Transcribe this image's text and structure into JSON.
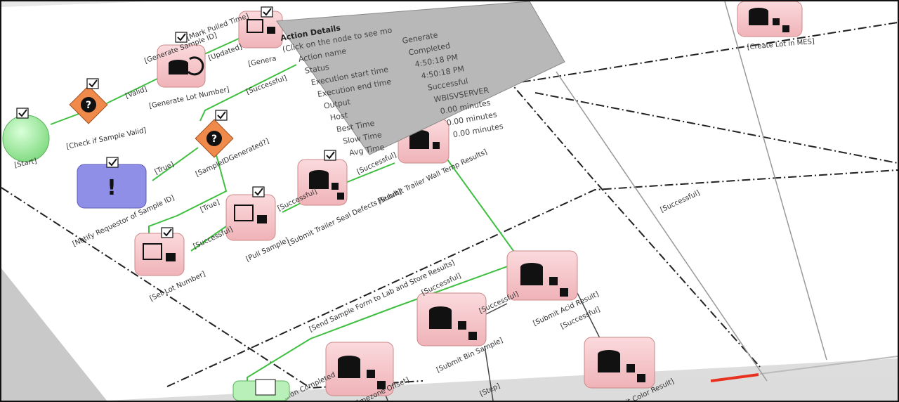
{
  "nodes": {
    "start": "[Start]",
    "check_sample": "[Check if Sample Valid]",
    "generate_lot": "[Generate Lot Number]",
    "generate_top": "[Genera",
    "notify": "[Notify Requestor of Sample ID]",
    "sample_generated": "[SampleIDGenerated?]",
    "set_lot": "[Set Lot Number]",
    "pull_sample": "[Pull Sample]",
    "submit_trailer_seal": "[Submit Trailer Seal Defects Result]",
    "submit_trailer_wall": "[Submit Trailer Wall Temp Results]",
    "create_lot_mes": "[Create Lot in MES]",
    "submit_acid": "[Submit Acid Result]",
    "submit_bin": "[Submit Bin Sample]",
    "submit_color": "[Submit Color Result]",
    "timezone": "[... Timezone Offset]",
    "completed": "...on Completed"
  },
  "edges": {
    "generate_sample_id": "[Generate Sample ID]",
    "mark_pulled": "[Mark Pulled Time]",
    "valid": "[Valid]",
    "updated": "[Updated]",
    "successful": "[Successful]",
    "true1": "[True]",
    "true2": "[True]",
    "step": "[Step]"
  },
  "group_label": "[Send Sample Form to Lab and Store Results]",
  "tooltip": {
    "title": "Action Details",
    "hint": "(Click on the node to see mo",
    "rows": [
      {
        "k": "Action name",
        "v": "Generate"
      },
      {
        "k": "Status",
        "v": "Completed"
      },
      {
        "k": "Execution start time",
        "v": "4:50:18 PM"
      },
      {
        "k": "Execution end time",
        "v": "4:50:18 PM"
      },
      {
        "k": "Output",
        "v": "Successful"
      },
      {
        "k": "Host",
        "v": "WBISVSERVER"
      },
      {
        "k": "Best Time",
        "v": "0.00 minutes"
      },
      {
        "k": "Slow Time",
        "v": "0.00 minutes"
      },
      {
        "k": "Avg Time",
        "v": "0.00 minutes"
      }
    ]
  },
  "colors": {
    "node_pink": "#f7c9cc",
    "start_green": "#9fe89f",
    "decision_orange": "#f08a4b",
    "notify_purple": "#8f8fe8",
    "edge_green": "#3fbf3f",
    "scroll_red": "#e8321f"
  }
}
